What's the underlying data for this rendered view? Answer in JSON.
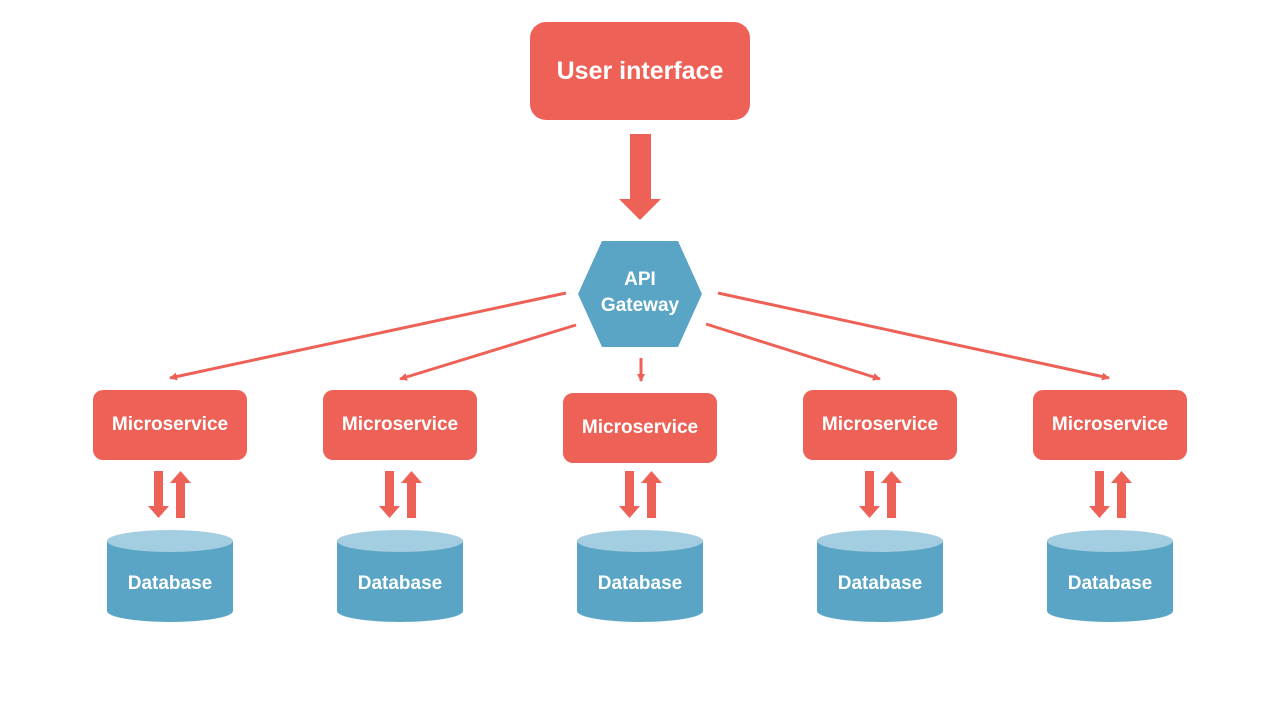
{
  "colors": {
    "coral": "#ee6157",
    "blue": "#5aa5c5",
    "blue_top": "#a3cde0",
    "white": "#ffffff"
  },
  "nodes": {
    "user_interface": "User interface",
    "api_gateway": "API\nGateway",
    "microservices": [
      "Microservice",
      "Microservice",
      "Microservice",
      "Microservice",
      "Microservice"
    ],
    "databases": [
      "Database",
      "Database",
      "Database",
      "Database",
      "Database"
    ]
  },
  "edges": [
    {
      "from": "User interface",
      "to": "API Gateway"
    },
    {
      "from": "API Gateway",
      "to": "Microservice 1"
    },
    {
      "from": "API Gateway",
      "to": "Microservice 2"
    },
    {
      "from": "API Gateway",
      "to": "Microservice 3"
    },
    {
      "from": "API Gateway",
      "to": "Microservice 4"
    },
    {
      "from": "API Gateway",
      "to": "Microservice 5"
    },
    {
      "from": "Microservice 1",
      "to": "Database 1",
      "bidirectional": true
    },
    {
      "from": "Microservice 2",
      "to": "Database 2",
      "bidirectional": true
    },
    {
      "from": "Microservice 3",
      "to": "Database 3",
      "bidirectional": true
    },
    {
      "from": "Microservice 4",
      "to": "Database 4",
      "bidirectional": true
    },
    {
      "from": "Microservice 5",
      "to": "Database 5",
      "bidirectional": true
    }
  ]
}
